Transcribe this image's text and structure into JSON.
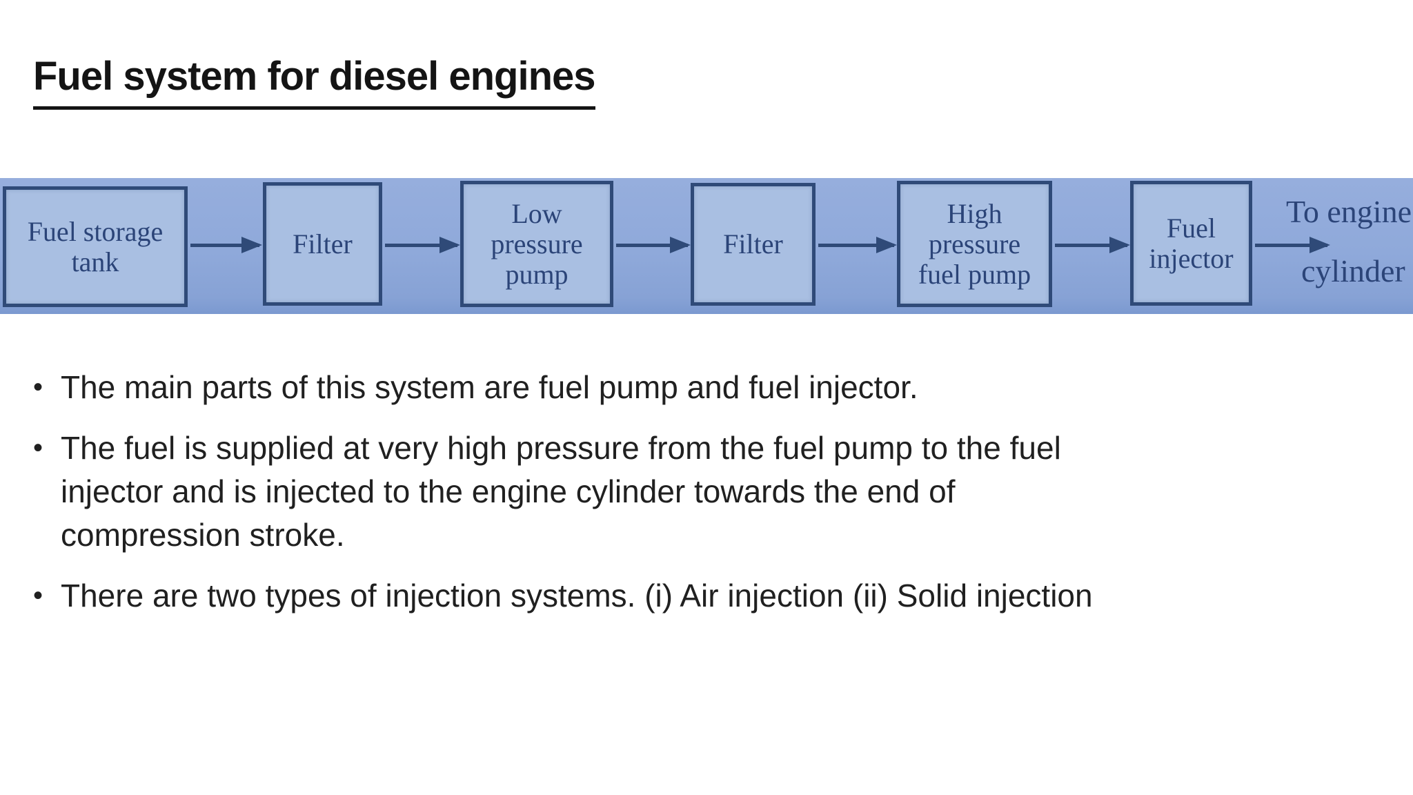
{
  "title": "Fuel system for diesel engines",
  "diagram": {
    "nodes": [
      {
        "label": "Fuel storage\ntank"
      },
      {
        "label": "Filter"
      },
      {
        "label": "Low\npressure\npump"
      },
      {
        "label": "Filter"
      },
      {
        "label": "High\npressure\nfuel pump"
      },
      {
        "label": "Fuel\ninjector"
      }
    ],
    "output_label_line1": "To engine",
    "output_label_line2": "cylinder",
    "colors": {
      "strip_background": "#8fa9da",
      "node_fill": "#a9bfe2",
      "node_border": "#2f4a78",
      "node_text": "#2b4478"
    }
  },
  "bullet_char": "•",
  "bullets": [
    "The main parts of this system are fuel pump and fuel injector.",
    "The fuel is supplied at very high pressure from the fuel pump to the fuel\ninjector and is injected to the engine cylinder towards the end of\ncompression stroke.",
    "There are two types of injection systems. (i) Air injection (ii) Solid injection"
  ]
}
